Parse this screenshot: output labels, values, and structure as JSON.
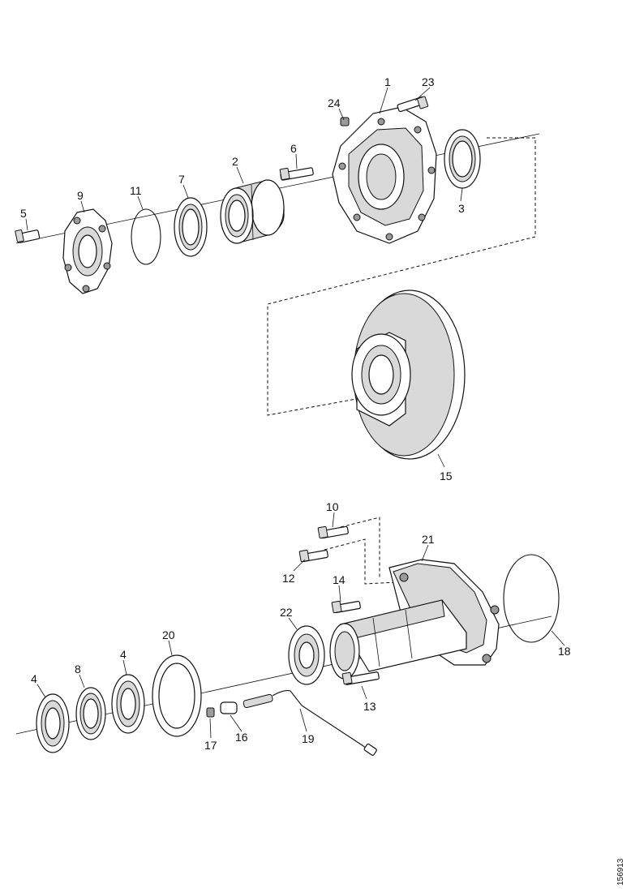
{
  "figure_id": "156913",
  "callouts": {
    "c1": "1",
    "c2": "2",
    "c3": "3",
    "c4a": "4",
    "c4b": "4",
    "c5": "5",
    "c6": "6",
    "c7": "7",
    "c8": "8",
    "c9": "9",
    "c10": "10",
    "c11": "11",
    "c12": "12",
    "c13": "13",
    "c14": "14",
    "c15": "15",
    "c16": "16",
    "c17": "17",
    "c18": "18",
    "c19": "19",
    "c20": "20",
    "c21": "21",
    "c22": "22",
    "c23": "23",
    "c24": "24"
  }
}
